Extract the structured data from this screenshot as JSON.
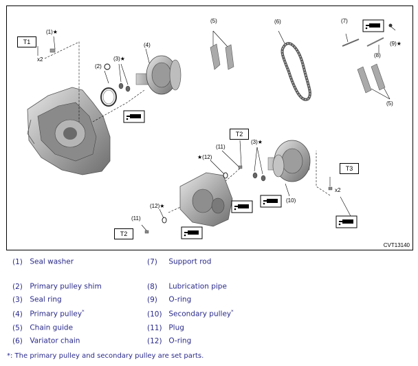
{
  "diagram": {
    "code": "CVT13140",
    "torque_labels": {
      "t1": "T1",
      "t2_top": "T2",
      "t2_bottom": "T2",
      "t3": "T3"
    },
    "qty_labels": {
      "x2_t1": "x2",
      "x2_t3": "x2"
    },
    "callouts": {
      "c1": "(1)",
      "c2": "(2)",
      "c3a": "(3)",
      "c4": "(4)",
      "c5a": "(5)",
      "c6": "(6)",
      "c7": "(7)",
      "c8": "(8)",
      "c9": "(9)",
      "c5b": "(5)",
      "c11a": "(11)",
      "c3b": "(3)",
      "c12a": "(12)",
      "c10": "(10)",
      "c12b": "(12)",
      "c11b": "(11)"
    },
    "star": "★"
  },
  "legend": {
    "left": [
      {
        "num": "(1)",
        "label": "Seal washer",
        "sup": ""
      },
      {
        "num": "(2)",
        "label": "Primary pulley shim",
        "sup": ""
      },
      {
        "num": "(3)",
        "label": "Seal ring",
        "sup": ""
      },
      {
        "num": "(4)",
        "label": "Primary pulley",
        "sup": "*"
      },
      {
        "num": "(5)",
        "label": "Chain guide",
        "sup": ""
      },
      {
        "num": "(6)",
        "label": "Variator chain",
        "sup": ""
      }
    ],
    "right": [
      {
        "num": "(7)",
        "label": "Support rod",
        "sup": ""
      },
      {
        "num": "(8)",
        "label": "Lubrication pipe",
        "sup": ""
      },
      {
        "num": "(9)",
        "label": "O-ring",
        "sup": ""
      },
      {
        "num": "(10)",
        "label": "Secondary pulley",
        "sup": "*"
      },
      {
        "num": "(11)",
        "label": "Plug",
        "sup": ""
      },
      {
        "num": "(12)",
        "label": "O-ring",
        "sup": ""
      }
    ],
    "footnote": "*: The primary pulley and secondary pulley are set parts."
  },
  "colors": {
    "legend_text": "#2a2a8a",
    "border": "#000000"
  }
}
